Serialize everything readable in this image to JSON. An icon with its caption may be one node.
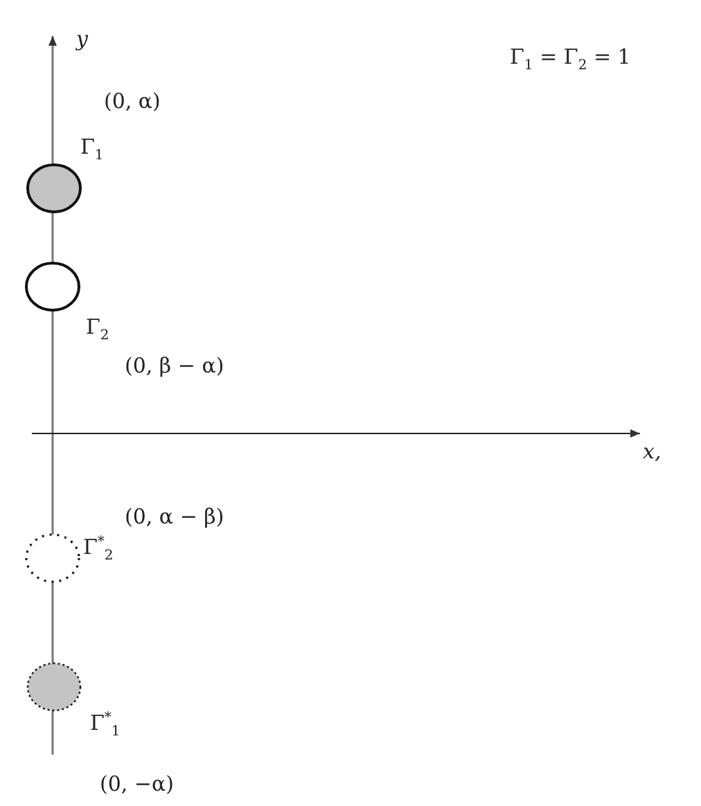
{
  "diagram": {
    "nodes": [
      {
        "text": [],
        "shape": "circle",
        "beside": [
          "(0, α)",
          "Γ$_{1}$"
        ]
      },
      {
        "text": [],
        "shape": "circle",
        "beside": [
          "Γ$_{2}$",
          "(0, β − α)"
        ]
      },
      {
        "text": [],
        "shape": "circle",
        "beside": [
          "(0, α − β)",
          "Γ$^{*}$$_{2}$"
        ]
      },
      {
        "text": [],
        "shape": "circle",
        "beside": [
          "Γ$^{*}$$_{1}$",
          "(0, −α)"
        ]
      }
    ],
    "labels": [
      "Γ$_{1}$ = Γ$_{2}$ = 1",
      "y",
      "x,"
    ]
  }
}
